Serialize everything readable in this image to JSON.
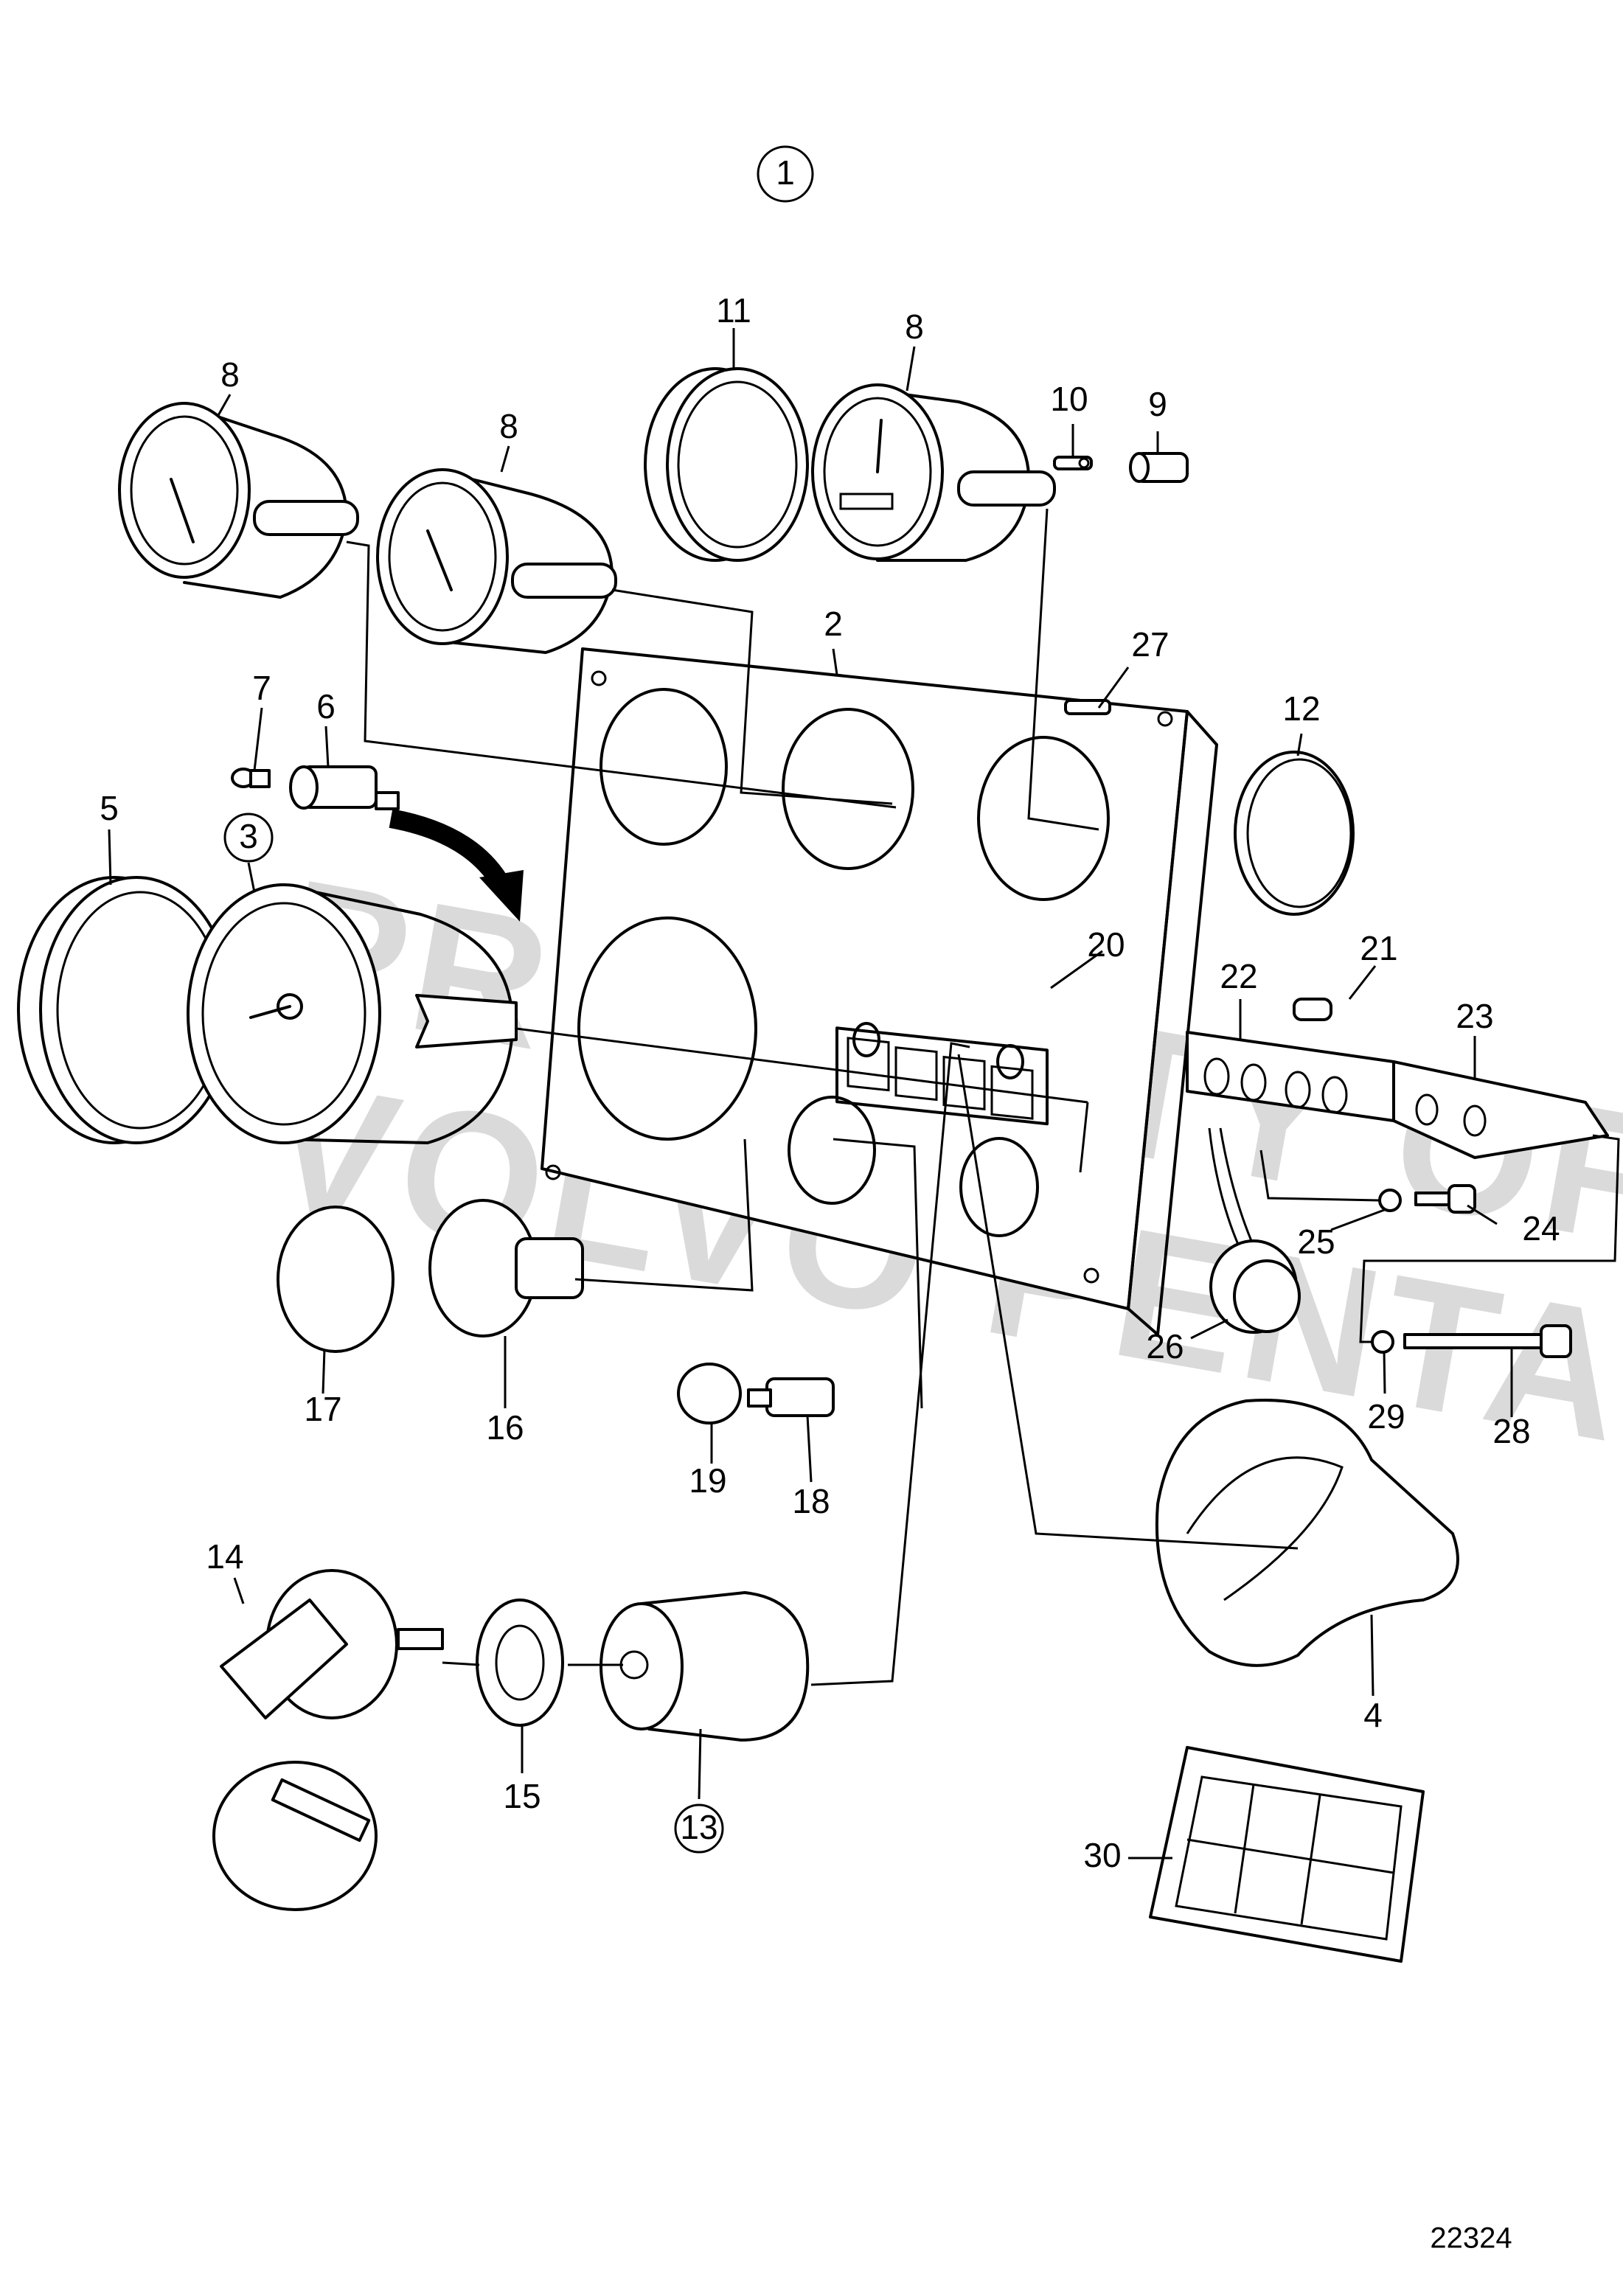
{
  "assembly_ref": "1",
  "drawing_number": "22324",
  "watermark": [
    "PROPERTY OF",
    "VOLVO PENTA"
  ],
  "callouts": [
    "2",
    "3",
    "4",
    "5",
    "6",
    "7",
    "8",
    "8",
    "8",
    "9",
    "10",
    "11",
    "12",
    "13",
    "14",
    "15",
    "16",
    "17",
    "18",
    "19",
    "20",
    "21",
    "22",
    "23",
    "24",
    "25",
    "26",
    "27",
    "28",
    "29",
    "30"
  ],
  "circled_callouts": [
    "1",
    "3",
    "13"
  ],
  "icons": [
    "gauge-icon",
    "tachometer-icon",
    "ignition-key-icon",
    "lamp-icon",
    "screw-icon"
  ]
}
